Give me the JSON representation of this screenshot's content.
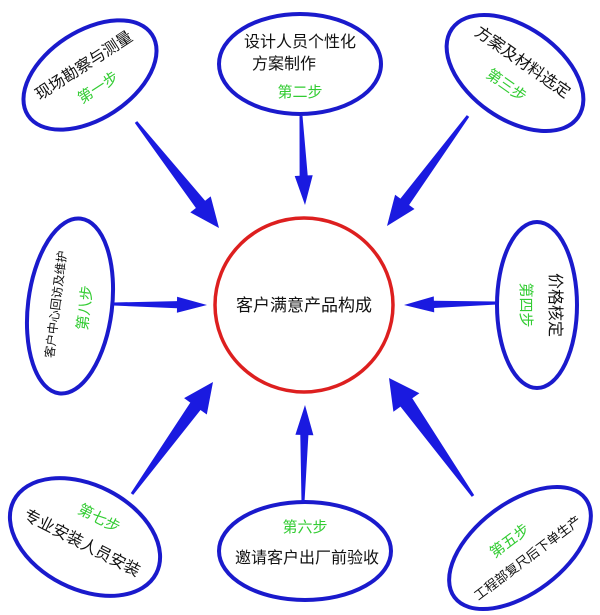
{
  "center": {
    "label": "客户满意产品构成",
    "ring_color": "#dd1f1f",
    "text_color": "#cc1111"
  },
  "colors": {
    "ellipse_stroke": "#1a1acc",
    "arrow_fill": "#1a1ae0",
    "text": "#111111",
    "step_text": "#33cc33"
  },
  "steps": [
    {
      "id": "step-1",
      "step": "第一步",
      "text": [
        "现场勘察与测量"
      ]
    },
    {
      "id": "step-2",
      "step": "第二步",
      "text": [
        "设计人员个性化",
        "方案制作"
      ]
    },
    {
      "id": "step-3",
      "step": "第三步",
      "text": [
        "方案及材料选定"
      ]
    },
    {
      "id": "step-4",
      "step": "第四步",
      "text": [
        "价格核定"
      ]
    },
    {
      "id": "step-5",
      "step": "第五步",
      "text": [
        "工程部复尺后下单生产"
      ]
    },
    {
      "id": "step-6",
      "step": "第六步",
      "text": [
        "邀请客户出厂前验收"
      ]
    },
    {
      "id": "step-7",
      "step": "第七步",
      "text": [
        "专业安装人员安装"
      ]
    },
    {
      "id": "step-8",
      "step": "第八步",
      "text": [
        "客户中心回访及维护"
      ]
    }
  ]
}
